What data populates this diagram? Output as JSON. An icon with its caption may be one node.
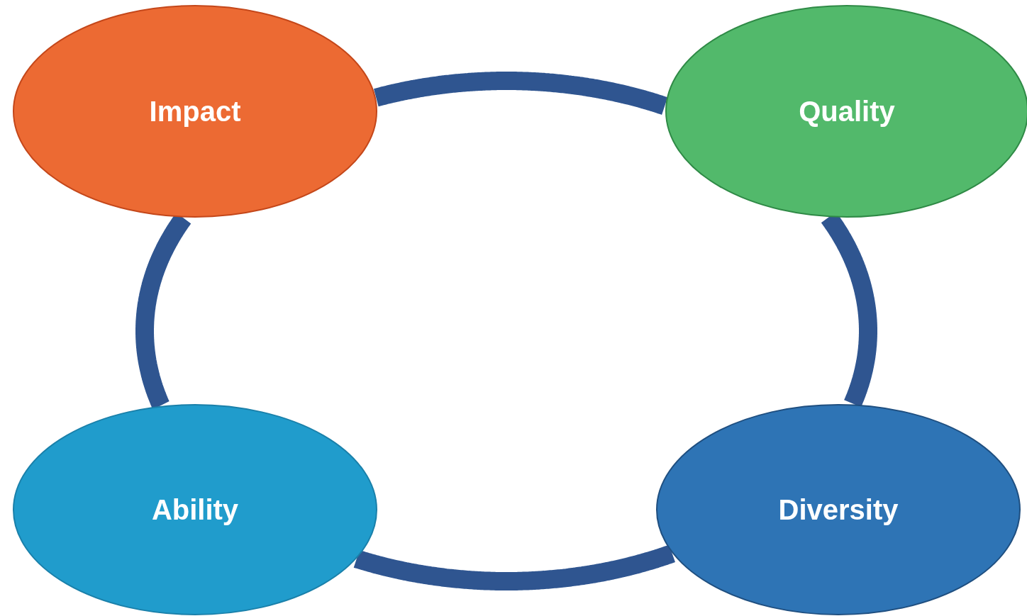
{
  "diagram": {
    "nodes": [
      {
        "text": [
          "Impact"
        ]
      },
      {
        "text": [
          "Quality"
        ]
      },
      {
        "text": [
          "Ability"
        ]
      },
      {
        "text": [
          "Diversity"
        ]
      }
    ],
    "edges": [
      {
        "from": 0,
        "to": 1,
        "arrow": "none"
      },
      {
        "from": 1,
        "to": 3,
        "arrow": "none"
      },
      {
        "from": 3,
        "to": 2,
        "arrow": "none"
      },
      {
        "from": 2,
        "to": 0,
        "arrow": "none"
      }
    ]
  }
}
